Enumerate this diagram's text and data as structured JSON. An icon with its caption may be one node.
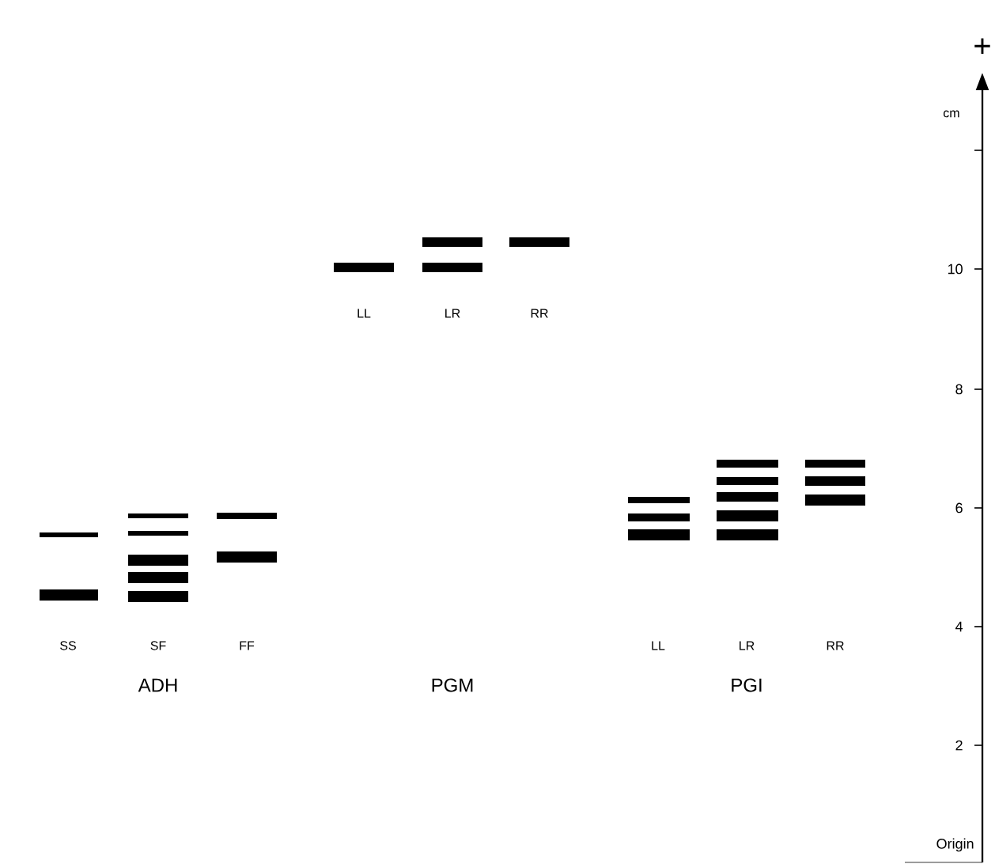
{
  "diagram": {
    "labels": [
      "+",
      "cm",
      "10",
      "LL",
      "LR",
      "RR",
      "8",
      "6",
      "SS",
      "SF",
      "FF",
      "LL",
      "LR",
      "RR",
      "4",
      "ADH",
      "PGM",
      "PGI",
      "2",
      "Origin"
    ]
  }
}
